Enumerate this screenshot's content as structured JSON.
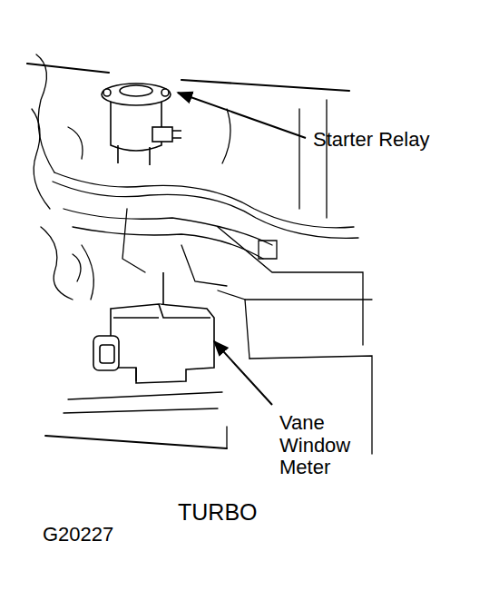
{
  "diagram": {
    "caption": "TURBO",
    "labels": [
      "Starter Relay",
      "Vane Window Meter",
      "G20227"
    ]
  }
}
